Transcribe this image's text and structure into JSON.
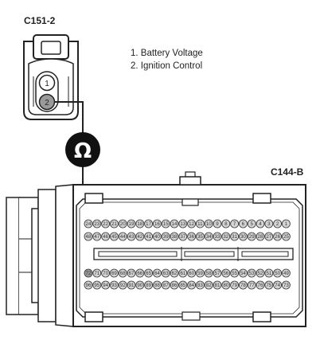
{
  "connector_top": {
    "id": "C151-2",
    "pins": [
      {
        "number": "1",
        "function": "Battery Voltage",
        "highlighted": false
      },
      {
        "number": "2",
        "function": "Ignition Control",
        "highlighted": true
      }
    ],
    "legend": [
      "1. Battery Voltage",
      "2. Ignition Control"
    ]
  },
  "meter": {
    "symbol": "Ω",
    "icon": "ohmmeter-icon"
  },
  "connector_main": {
    "id": "C144-B",
    "row1": [
      "24",
      "23",
      "22",
      "21",
      "20",
      "19",
      "18",
      "17",
      "16",
      "15",
      "14",
      "13",
      "12",
      "11",
      "10",
      "9",
      "8",
      "7",
      "6",
      "5",
      "4",
      "3",
      "2",
      "1"
    ],
    "row2": [
      "48",
      "47",
      "46",
      "45",
      "44",
      "43",
      "42",
      "41",
      "40",
      "39",
      "38",
      "37",
      "36",
      "35",
      "34",
      "33",
      "32",
      "31",
      "30",
      "29",
      "28",
      "27",
      "26",
      "25"
    ],
    "row3": [
      "72",
      "71",
      "70",
      "69",
      "68",
      "67",
      "66",
      "65",
      "64",
      "63",
      "62",
      "61",
      "60",
      "59",
      "58",
      "57",
      "56",
      "55",
      "54",
      "53",
      "52",
      "51",
      "50",
      "49"
    ],
    "row4": [
      "96",
      "95",
      "94",
      "93",
      "92",
      "91",
      "90",
      "89",
      "88",
      "87",
      "86",
      "85",
      "84",
      "83",
      "82",
      "81",
      "80",
      "79",
      "78",
      "77",
      "76",
      "75",
      "74",
      "73"
    ],
    "highlighted_pin": "72"
  },
  "colors": {
    "line": "#222222",
    "highlight": "#9a9a9a",
    "pin_fill": "#d4d4d4",
    "meter_fill": "#111111"
  }
}
